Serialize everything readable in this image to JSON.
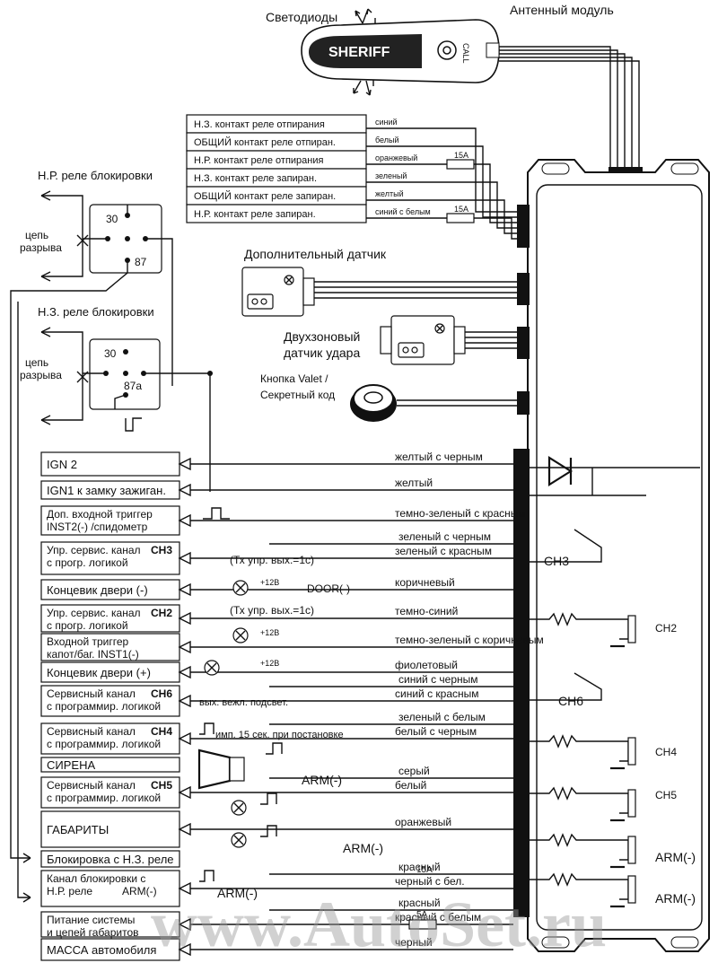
{
  "header": {
    "leds_label": "Светодиоды",
    "antenna_label": "Антенный модуль",
    "brand": "SHERIFF",
    "call": "CALL"
  },
  "relay_contacts": [
    {
      "label": "Н.З. контакт реле отпирания",
      "wire": "синий"
    },
    {
      "label": "ОБЩИЙ контакт реле отпиран.",
      "wire": "белый"
    },
    {
      "label": "Н.Р. контакт реле отпирания",
      "wire": "оранжевый",
      "fuse": "15A"
    },
    {
      "label": "Н.З. контакт реле запиран.",
      "wire": "зеленый"
    },
    {
      "label": "ОБЩИЙ контакт реле запиран.",
      "wire": "желтый"
    },
    {
      "label": "Н.Р. контакт реле запиран.",
      "wire": "синий с белым",
      "fuse": "15A"
    }
  ],
  "relays": {
    "no_title": "Н.Р. реле блокировки",
    "nc_title": "Н.З. реле блокировки",
    "break_label_1": "цепь",
    "break_label_2": "разрыва",
    "pin_30": "30",
    "pin_87": "87",
    "pin_87a": "87a"
  },
  "peripherals": {
    "extra_sensor": "Дополнительный датчик",
    "shock_sensor_1": "Двухзоновый",
    "shock_sensor_2": "датчик удара",
    "valet_1": "Кнопка  Valet /",
    "valet_2": "Секретный код"
  },
  "functions": [
    {
      "line1": "IGN 2",
      "wire": "желтый с черным"
    },
    {
      "line1": "IGN1 к замку зажиган.",
      "wire": "желтый"
    },
    {
      "line1": "Доп. входной триггер",
      "line2": "INST2(-) /спидометр",
      "wire": "темно-зеленый с красным"
    },
    {
      "line1": "Упр. сервис. канал",
      "line2": "с прогр. логикой",
      "ch": "CH3",
      "wire_a": "зеленый с черным",
      "wire": "зеленый с красным"
    },
    {
      "line1": "Концевик двери (-)",
      "wire": "коричневый"
    },
    {
      "line1": "Упр. сервис. канал",
      "line2": "с прогр. логикой",
      "ch": "CH2",
      "wire": "темно-синий"
    },
    {
      "line1": "Входной триггер",
      "line2": "капот/баг. INST1(-)",
      "wire": "темно-зеленый с коричневым"
    },
    {
      "line1": "Концевик двери (+)",
      "wire": "фиолетовый"
    },
    {
      "line1": "Сервисный канал",
      "line2": "с программир. логикой",
      "ch": "CH6",
      "wire_a": "синий с черным",
      "wire": "синий с красным"
    },
    {
      "line1": "Сервисный канал",
      "line2": "с программир. логикой",
      "ch": "CH4",
      "wire_a": "зеленый с белым",
      "wire": "белый с черным"
    },
    {
      "line1": "СИРЕНА"
    },
    {
      "line1": "Сервисный канал",
      "line2": "с программир. логикой",
      "ch": "CH5",
      "wire_a": "серый",
      "wire": "белый"
    },
    {
      "line1": "ГАБАРИТЫ",
      "wire": "оранжевый"
    },
    {
      "line1": "Блокировка с Н.З. реле"
    },
    {
      "line1": "Канал блокировки с",
      "line2": "Н.Р. реле",
      "arm": "ARM(-)",
      "wire_a": "красный",
      "wire": "черный с бел."
    },
    {
      "line1": "Питание системы",
      "line2": "и цепей габаритов",
      "wire_a": "красный",
      "wire": "красный с белым",
      "fuse": "5A"
    },
    {
      "line1": "МАССА автомобиля",
      "wire": "черный"
    }
  ],
  "annotations": {
    "ch3_note": "(Тх упр. вых.=1с)",
    "ch2_note": "(Тх упр. вых.=1с)",
    "door_minus": "DOOR(-)",
    "plus12": "+12В",
    "interior_light": "вых. вежл. подсвет.",
    "imp15": "имп. 15 сек. при постановке",
    "arm_minus": "ARM(-)",
    "arm_fuse": "15A",
    "out_ch3": "CH3",
    "out_ch6": "CH6",
    "out_ch2": "CH2",
    "out_ch4": "CH4",
    "out_ch5": "CH5",
    "out_arm": "ARM(-)",
    "out_arm_bar": "ARM(-)"
  },
  "watermark": "www.AutoSet.ru"
}
